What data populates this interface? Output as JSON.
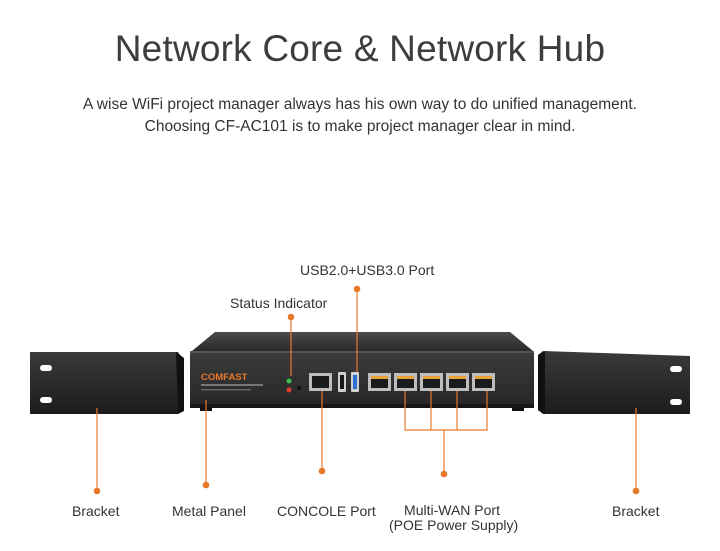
{
  "heading": {
    "title": "Network Core & Network Hub",
    "line1": "A wise WiFi project manager always has his own way to do unified management.",
    "line2": "Choosing CF-AC101 is to make project manager clear in mind."
  },
  "device": {
    "brand": "COMFAST"
  },
  "callouts": {
    "usb": "USB2.0+USB3.0 Port",
    "status": "Status Indicator",
    "bracket_left": "Bracket",
    "metal_panel": "Metal Panel",
    "console": "CONCOLE Port",
    "wan_line1": "Multi-WAN Port",
    "wan_line2": "(POE Power Supply)",
    "bracket_right": "Bracket"
  },
  "colors": {
    "accent": "#e8782a",
    "device_body": "#2b2b2b",
    "device_panel": "#3a3a3a"
  }
}
